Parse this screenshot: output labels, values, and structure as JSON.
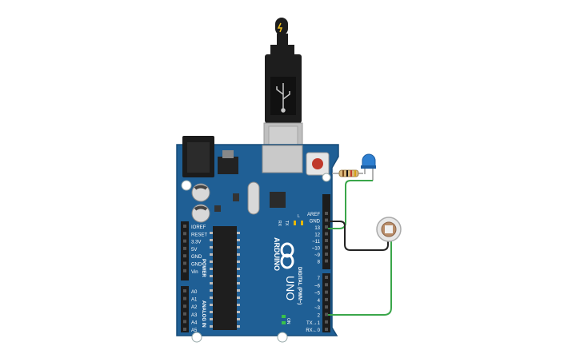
{
  "board": {
    "brand": "ARDUINO",
    "model": "UNO",
    "on_label": "ON",
    "tx_label": "TX",
    "rx_label": "RX",
    "l_label": "L",
    "power_title": "POWER",
    "analog_title": "ANALOG IN",
    "digital_title": "DIGITAL (PWM~)",
    "power_pins": [
      "IOREF",
      "RESET",
      "3.3V",
      "5V",
      "GND",
      "GND",
      "Vin"
    ],
    "analog_pins": [
      "A0",
      "A1",
      "A2",
      "A3",
      "A4",
      "A5"
    ],
    "digital_top_pins": [
      "AREF",
      "GND",
      "13",
      "12",
      "~11",
      "~10",
      "~9",
      "8"
    ],
    "digital_bottom_pins": [
      "7",
      "~6",
      "~5",
      "4",
      "~3",
      "2",
      "TX→1",
      "RX←0"
    ]
  },
  "colors": {
    "board": "#1f5f95",
    "board_dark": "#174c78",
    "wire_green": "#3aa64a",
    "wire_black": "#222222",
    "led": "#2e7fd0",
    "usb": "#1d1d1d"
  },
  "icons": {
    "usb_symbol": "usb-icon",
    "lightning": "lightning-icon",
    "arduino_logo": "infinity-logo-icon"
  }
}
